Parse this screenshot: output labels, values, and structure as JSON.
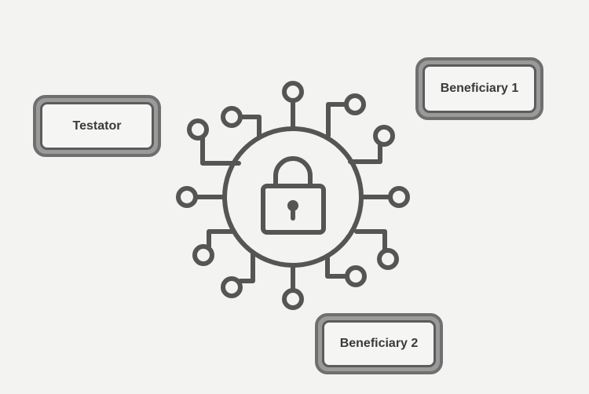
{
  "diagram": {
    "nodes": {
      "testator": {
        "label": "Testator"
      },
      "beneficiary_1": {
        "label": "Beneficiary 1"
      },
      "beneficiary_2": {
        "label": "Beneficiary 2"
      }
    },
    "center_icon": "padlock-circuit-icon",
    "colors": {
      "background": "#f3f3f2",
      "line": "#555555",
      "box_border": "#6f6f6f",
      "box_fill": "#9a9a9a",
      "text": "#3a3a3a"
    }
  }
}
